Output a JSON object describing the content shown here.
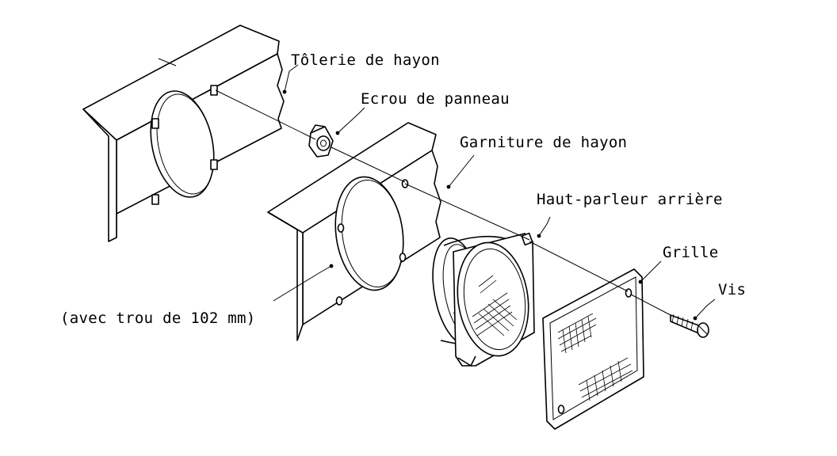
{
  "diagram": {
    "labels": {
      "tolerie": "Tôlerie de hayon",
      "ecrou": "Ecrou de panneau",
      "garniture": "Garniture de hayon",
      "haut_parleur": "Haut-parleur arrière",
      "grille": "Grille",
      "vis": "Vis",
      "trou": "(avec trou de 102 mm)"
    }
  }
}
